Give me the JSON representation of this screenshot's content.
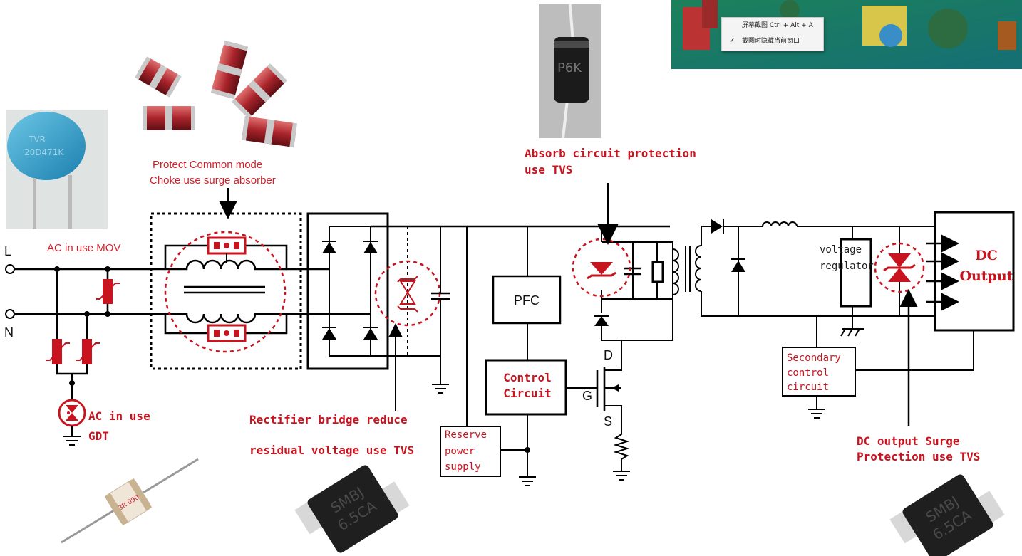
{
  "line_labels": {
    "live": "L",
    "neutral": "N"
  },
  "annotations": {
    "choke_line1": "Protect Common mode",
    "choke_line2": "Choke use surge absorber",
    "mov": "AC in use MOV",
    "gdt_line1": "AC in use",
    "gdt_line2": "GDT",
    "absorb_line1": "Absorb circuit protection",
    "absorb_line2": "use TVS",
    "rectifier_line1": "Rectifier bridge reduce",
    "rectifier_line2": "residual voltage use TVS",
    "dc_surge_line1": "DC output Surge",
    "dc_surge_line2": "Protection use TVS"
  },
  "blocks": {
    "pfc": "PFC",
    "control_line1": "Control",
    "control_line2": "Circuit",
    "reserve_line1": "Reserve",
    "reserve_line2": "power",
    "reserve_line3": "supply",
    "secondary_line1": "Secondary",
    "secondary_line2": "control",
    "secondary_line3": "circuit",
    "regulator_line1": "voltage",
    "regulator_line2": "regulator",
    "dc_output_line1": "DC",
    "dc_output_line2": "Output"
  },
  "mosfet_pins": {
    "drain": "D",
    "gate": "G",
    "source": "S"
  },
  "component_markings": {
    "tvs_axial": "P6K",
    "smd_left_line1": "SMBJ",
    "smd_left_line2": "6.5CA",
    "smd_right_line1": "SMBJ",
    "smd_right_line2": "6.5CA",
    "gdt_body": "3R 090"
  },
  "context_menu": {
    "item1": "屏幕截图 Ctrl + Alt + A",
    "item2": "截图时隐藏当前窗口",
    "item2_checked": true
  },
  "colors": {
    "accent_red": "#c8141f",
    "wire": "#000000",
    "mov_blue": "#3aa7c9"
  }
}
